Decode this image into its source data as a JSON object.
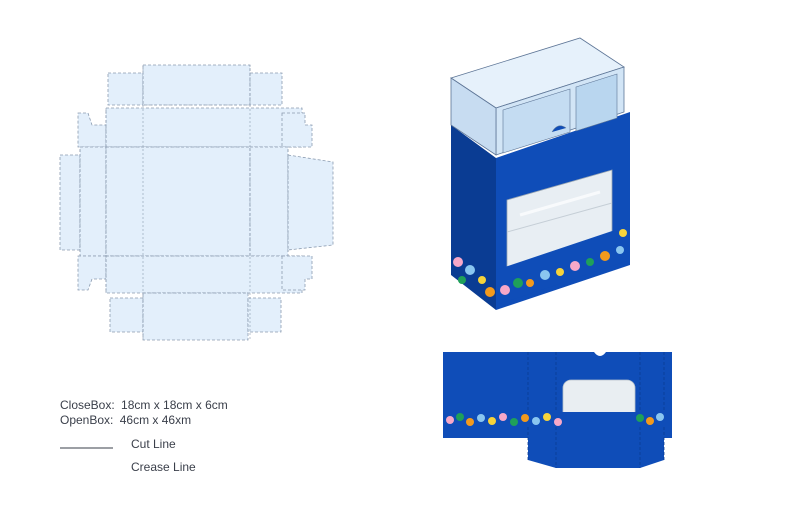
{
  "specs": {
    "close_label": "CloseBox:",
    "close_value": "18cm x 18cm x 6cm",
    "open_label": "OpenBox:",
    "open_value": "46cm x 46xm"
  },
  "legend": {
    "cut_label": "Cut Line",
    "crease_label": "Crease Line"
  },
  "colors": {
    "dieline_fill": "#e3effb",
    "dieline_stroke": "#8b9bb0",
    "box_blue": "#0f4db8",
    "box_blue_dark": "#0a3c93",
    "lid_light": "#d9e9f8",
    "window": "#e9eef2"
  }
}
